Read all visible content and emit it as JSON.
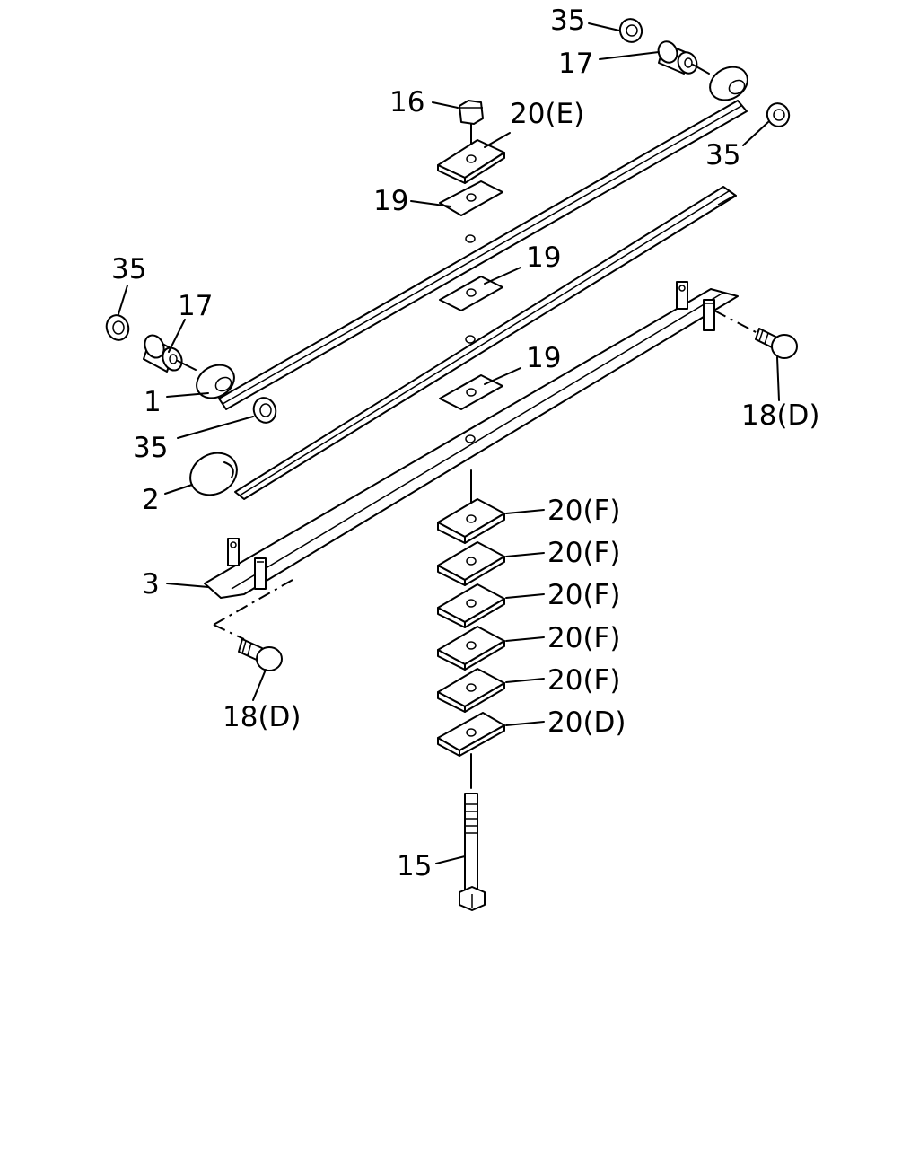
{
  "labels": {
    "l35_top": "35",
    "l17_top": "17",
    "l16": "16",
    "l20e": "20(E)",
    "l35_right": "35",
    "l19_a": "19",
    "l35_left": "35",
    "l17_left": "17",
    "l19_b": "19",
    "l1": "1",
    "l19_c": "19",
    "l18_right": "18(D)",
    "l35_mid": "35",
    "l2": "2",
    "l20f_1": "20(F)",
    "l20f_2": "20(F)",
    "l3": "3",
    "l20f_3": "20(F)",
    "l20f_4": "20(F)",
    "l20f_5": "20(F)",
    "l18_left": "18(D)",
    "l20d": "20(D)",
    "l15": "15"
  }
}
